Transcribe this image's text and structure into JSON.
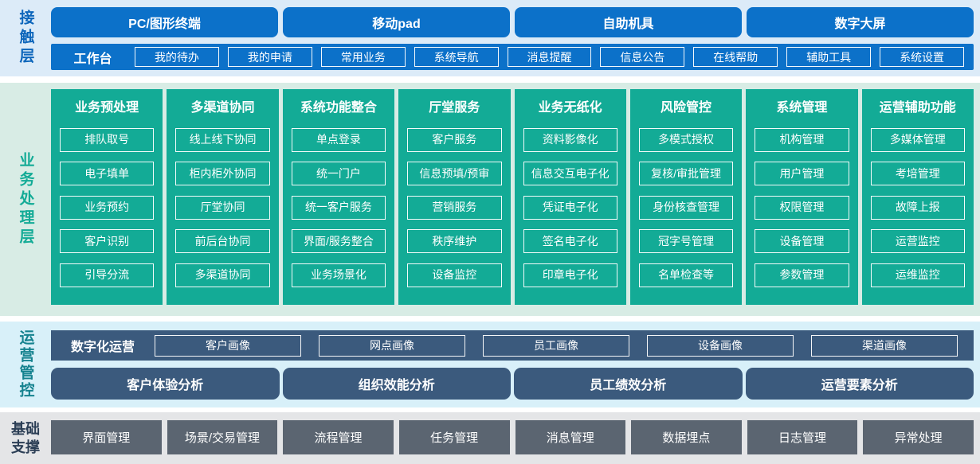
{
  "colors": {
    "band_blue": "#dcebf8",
    "band_green": "#d8ece5",
    "band_cyan": "#d8f0f9",
    "band_gray": "#e4e5e7",
    "blue": "#0c71c9",
    "teal": "#13ab96",
    "slate": "#3b5a7d",
    "gray_btn": "#5b6571",
    "label_blue": "#0d66bb",
    "label_cyan": "#15828f",
    "label_navy": "#2b3e55"
  },
  "contact_layer": {
    "label": "接触层",
    "terminals": [
      "PC/图形终端",
      "移动pad",
      "自助机具",
      "数字大屏"
    ],
    "workbench_label": "工作台",
    "workbench_items": [
      "我的待办",
      "我的申请",
      "常用业务",
      "系统导航",
      "消息提醒",
      "信息公告",
      "在线帮助",
      "辅助工具",
      "系统设置"
    ]
  },
  "business_layer": {
    "label": "业务处理层",
    "columns": [
      {
        "title": "业务预处理",
        "items": [
          "排队取号",
          "电子填单",
          "业务预约",
          "客户识别",
          "引导分流"
        ]
      },
      {
        "title": "多渠道协同",
        "items": [
          "线上线下协同",
          "柜内柜外协同",
          "厅堂协同",
          "前后台协同",
          "多渠道协同"
        ]
      },
      {
        "title": "系统功能整合",
        "items": [
          "单点登录",
          "统一门户",
          "统一客户服务",
          "界面/服务整合",
          "业务场景化"
        ]
      },
      {
        "title": "厅堂服务",
        "items": [
          "客户服务",
          "信息预填/预审",
          "营销服务",
          "秩序维护",
          "设备监控"
        ]
      },
      {
        "title": "业务无纸化",
        "items": [
          "资料影像化",
          "信息交互电子化",
          "凭证电子化",
          "签名电子化",
          "印章电子化"
        ]
      },
      {
        "title": "风险管控",
        "items": [
          "多模式授权",
          "复核/审批管理",
          "身份核查管理",
          "冠字号管理",
          "名单检查等"
        ]
      },
      {
        "title": "系统管理",
        "items": [
          "机构管理",
          "用户管理",
          "权限管理",
          "设备管理",
          "参数管理"
        ]
      },
      {
        "title": "运营辅助功能",
        "items": [
          "多媒体管理",
          "考培管理",
          "故障上报",
          "运营监控",
          "运维监控"
        ]
      }
    ]
  },
  "operation_layer": {
    "label": "运营管控",
    "digital_label": "数字化运营",
    "profiles": [
      "客户画像",
      "网点画像",
      "员工画像",
      "设备画像",
      "渠道画像"
    ],
    "analyses": [
      "客户体验分析",
      "组织效能分析",
      "员工绩效分析",
      "运营要素分析"
    ]
  },
  "foundation_layer": {
    "label": "基础支撑",
    "items": [
      "界面管理",
      "场景/交易管理",
      "流程管理",
      "任务管理",
      "消息管理",
      "数据埋点",
      "日志管理",
      "异常处理"
    ]
  }
}
